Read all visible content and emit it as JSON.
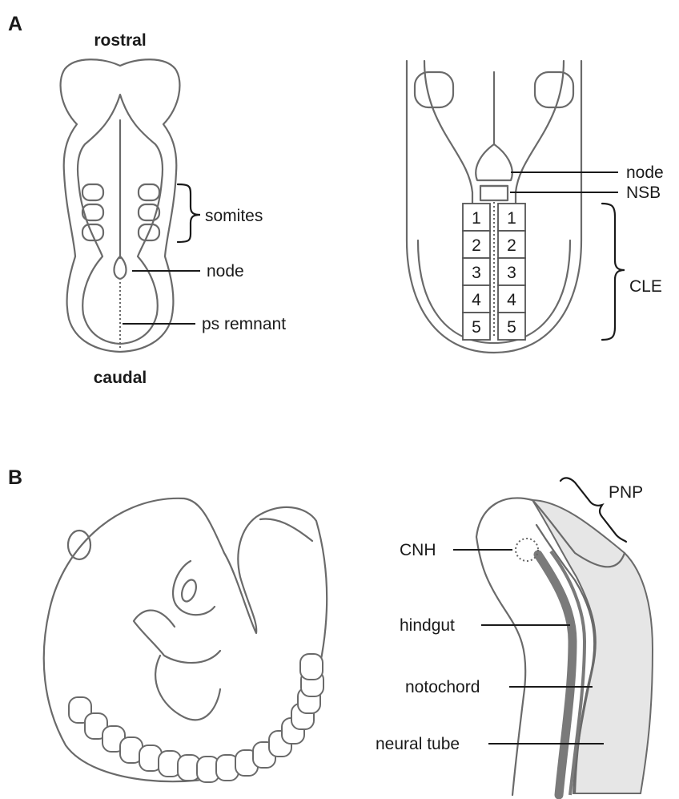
{
  "panel_a": {
    "letter": "A",
    "left": {
      "rostral": "rostral",
      "caudal": "caudal",
      "somites": "somites",
      "node": "node",
      "ps_remnant": "ps remnant"
    },
    "right": {
      "node": "node",
      "nsb": "NSB",
      "cle": "CLE",
      "columns": [
        [
          "1",
          "2",
          "3",
          "4",
          "5"
        ],
        [
          "1",
          "2",
          "3",
          "4",
          "5"
        ]
      ]
    }
  },
  "panel_b": {
    "letter": "B",
    "right": {
      "pnp": "PNP",
      "cnh": "CNH",
      "hindgut": "hindgut",
      "notochord": "notochord",
      "neural_tube": "neural tube"
    }
  },
  "colors": {
    "outline": "#6a6a6a",
    "shade": "#e6e6e6",
    "dark_gray": "#7a7a7a",
    "text": "#1a1a1a"
  }
}
